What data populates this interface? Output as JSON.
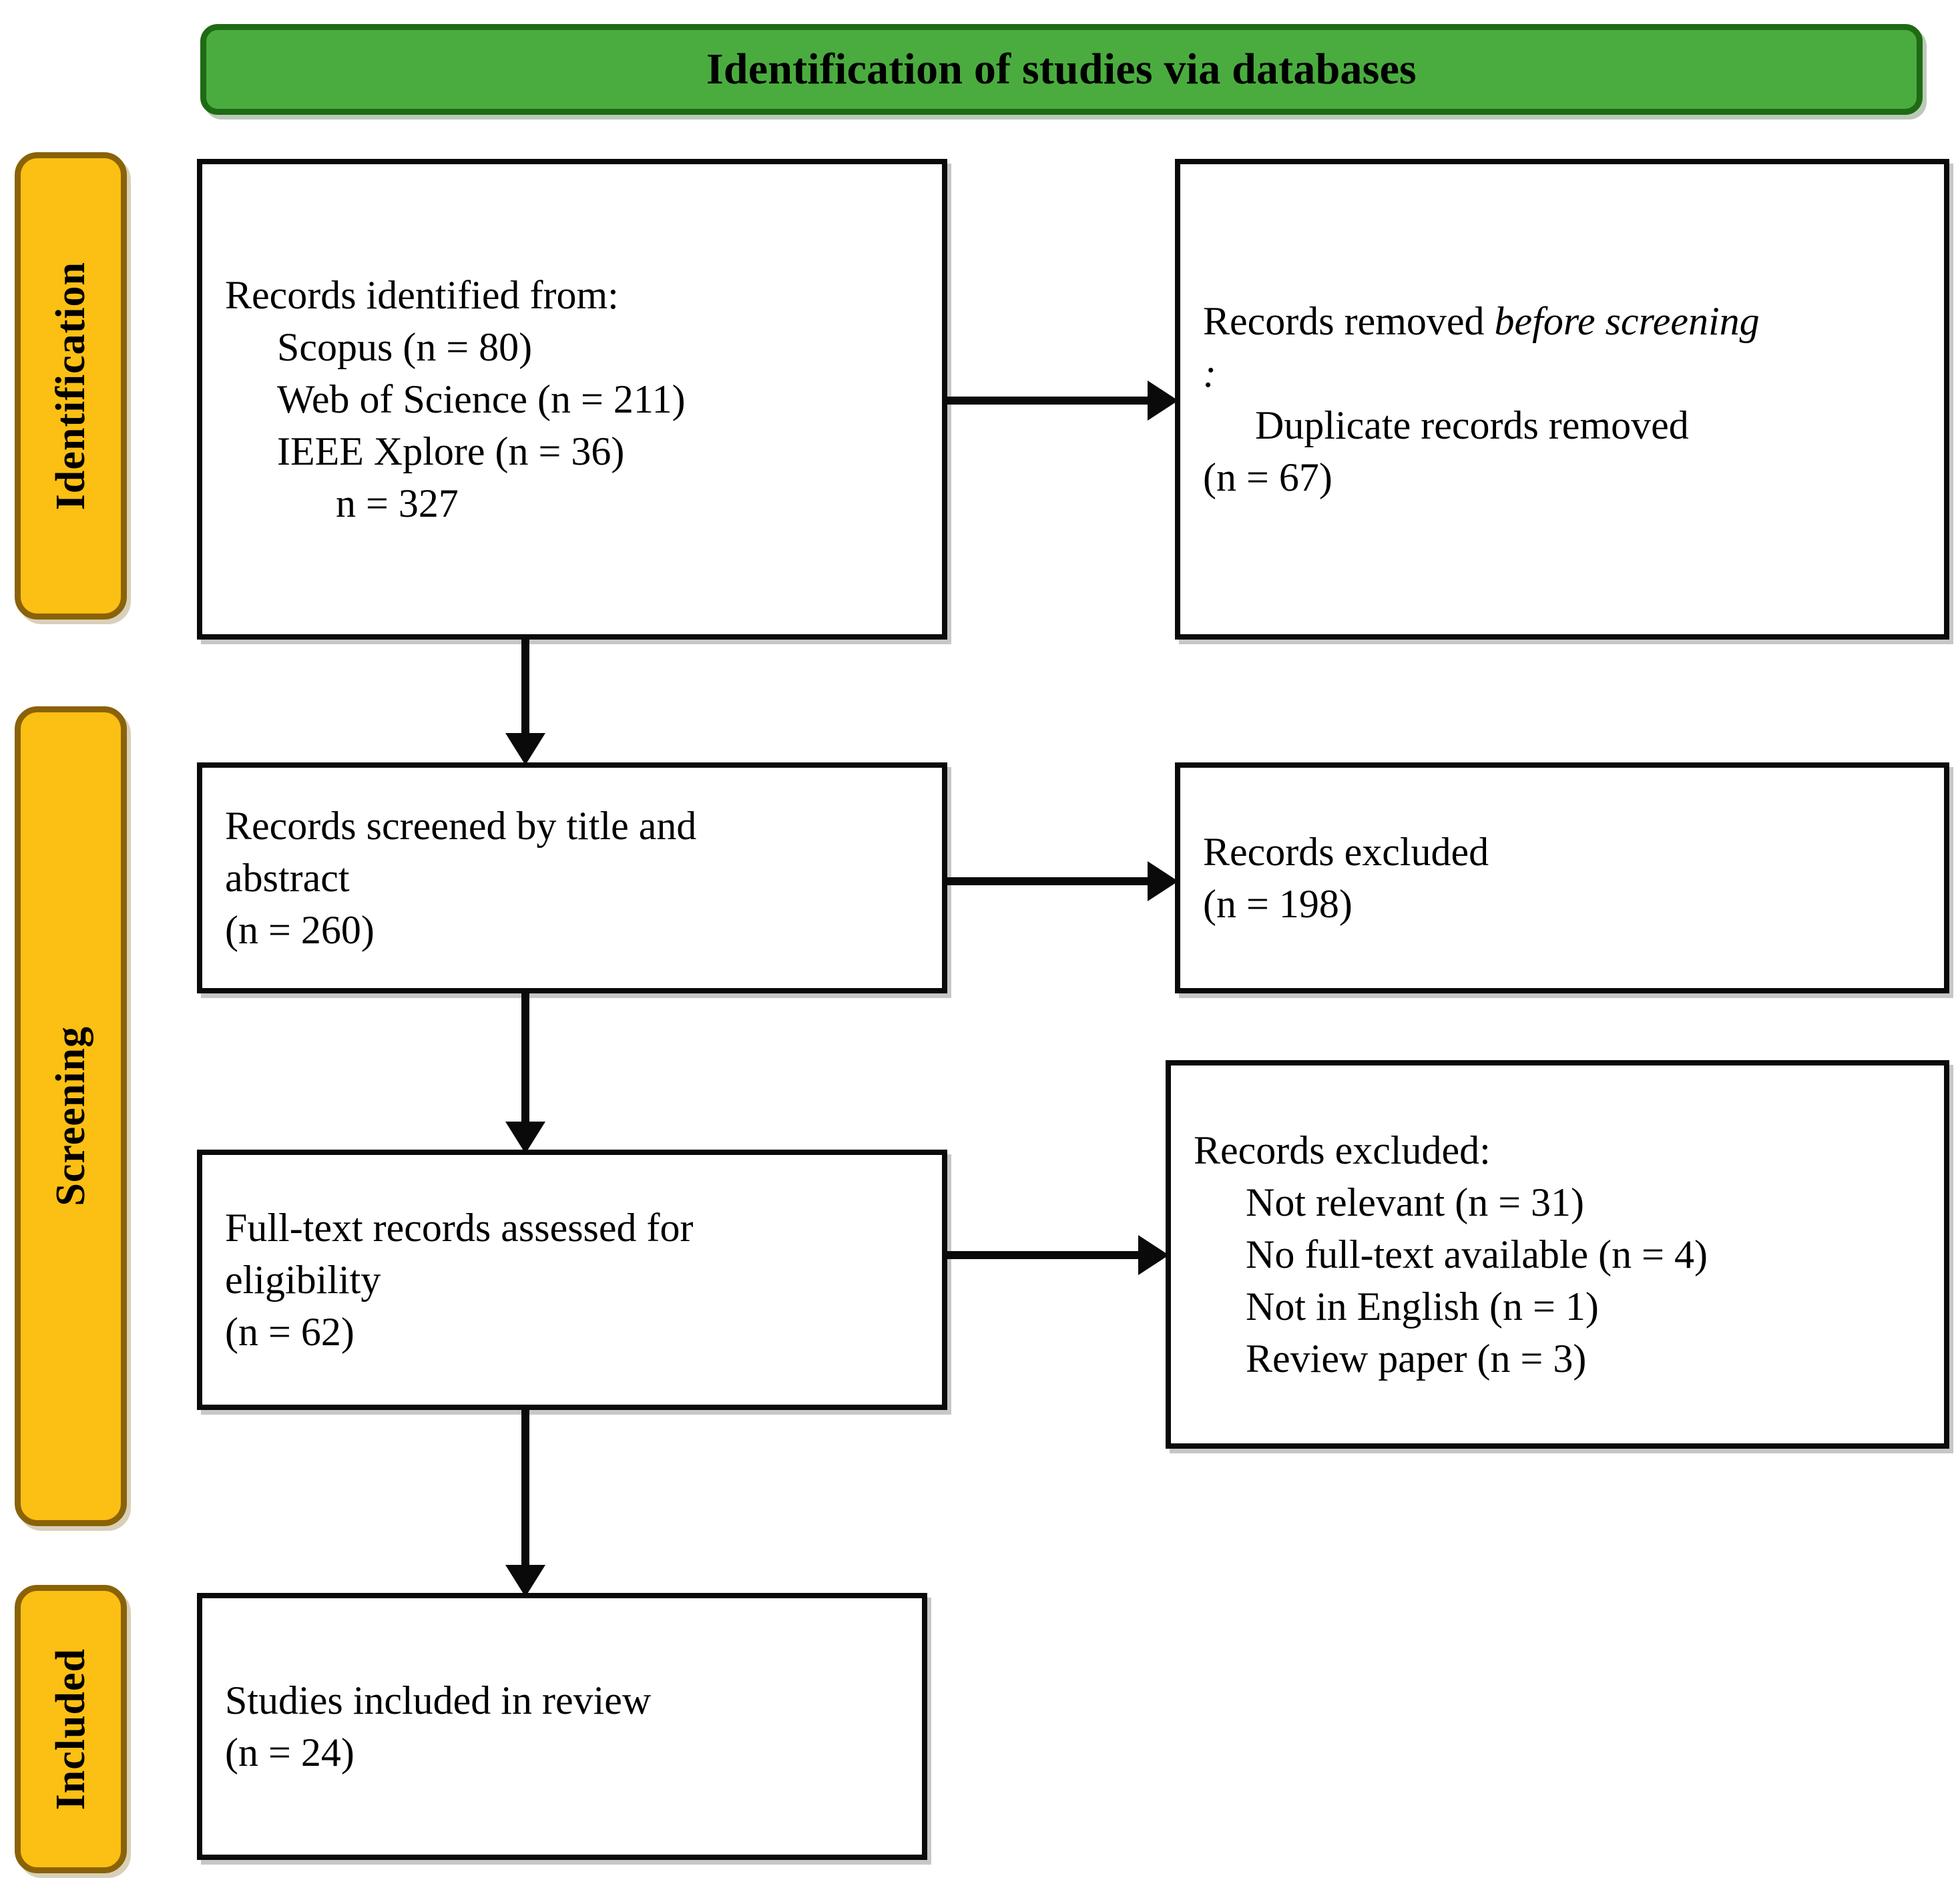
{
  "header": {
    "title": "Identification of studies via databases"
  },
  "phases": [
    {
      "id": "identification",
      "label": "Identification"
    },
    {
      "id": "screening",
      "label": "Screening"
    },
    {
      "id": "included",
      "label": "Included"
    }
  ],
  "nodes": {
    "identified": {
      "title": "Records identified from:",
      "items": [
        "Scopus (n = 80)",
        "Web of Science (n = 211)",
        "IEEE Xplore (n = 36)"
      ],
      "total": "n = 327"
    },
    "removed": {
      "title_plain": "Records removed ",
      "title_italic": "before screening",
      "title_colon": ":",
      "item": "Duplicate records removed",
      "count": "(n = 67)"
    },
    "screened": {
      "line1": "Records screened by title and",
      "line2": "abstract",
      "count": "(n = 260)"
    },
    "excluded_screening": {
      "line1": "Records excluded",
      "count": "(n = 198)"
    },
    "fulltext": {
      "line1": "Full-text records assessed for",
      "line2": "eligibility",
      "count": "(n = 62)"
    },
    "excluded_eligibility": {
      "title": "Records excluded:",
      "reasons": [
        "Not relevant (n = 31)",
        "No full-text available (n = 4)",
        "Not in English (n = 1)",
        "Review paper (n = 3)"
      ]
    },
    "included": {
      "line1": "Studies included in review",
      "count": "(n = 24)"
    }
  },
  "colors": {
    "header_fill": "#4aac3f",
    "header_border": "#1e6b14",
    "phase_fill": "#fcbf13",
    "phase_border": "#8a6207",
    "node_border": "#0a0a0a",
    "background": "#ffffff"
  },
  "chart_data": {
    "type": "diagram",
    "title": "PRISMA flow diagram",
    "flow": [
      {
        "stage": "Identification",
        "box": "Records identified from databases",
        "n": 327,
        "sources": [
          {
            "name": "Scopus",
            "n": 80
          },
          {
            "name": "Web of Science",
            "n": 211
          },
          {
            "name": "IEEE Xplore",
            "n": 36
          }
        ],
        "removed": {
          "label": "Duplicate records removed",
          "n": 67
        }
      },
      {
        "stage": "Screening",
        "box": "Records screened by title and abstract",
        "n": 260,
        "excluded": [
          {
            "label": "Records excluded",
            "n": 198
          }
        ]
      },
      {
        "stage": "Screening",
        "box": "Full-text records assessed for eligibility",
        "n": 62,
        "excluded": [
          {
            "label": "Not relevant",
            "n": 31
          },
          {
            "label": "No full-text available",
            "n": 4
          },
          {
            "label": "Not in English",
            "n": 1
          },
          {
            "label": "Review paper",
            "n": 3
          }
        ]
      },
      {
        "stage": "Included",
        "box": "Studies included in review",
        "n": 24
      }
    ]
  }
}
